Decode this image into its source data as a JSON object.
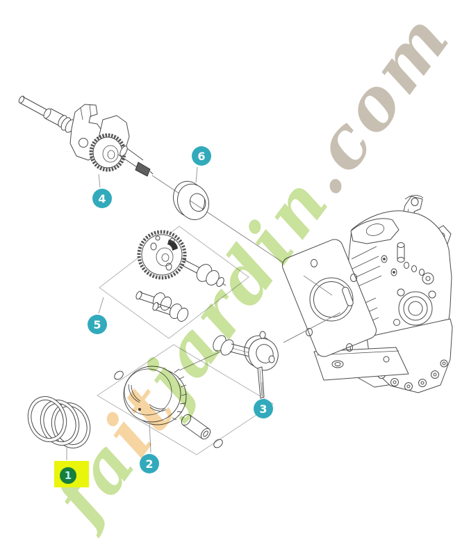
{
  "diagram": {
    "kind": "exploded-parts-diagram",
    "callouts": [
      {
        "label": "1",
        "highlighted": true
      },
      {
        "label": "2",
        "highlighted": false
      },
      {
        "label": "3",
        "highlighted": false
      },
      {
        "label": "4",
        "highlighted": false
      },
      {
        "label": "5",
        "highlighted": false
      },
      {
        "label": "6",
        "highlighted": false
      }
    ]
  },
  "watermark": {
    "text": "faitjardin.com",
    "letters": [
      {
        "ch": "f",
        "color": "#c9e29c"
      },
      {
        "ch": "a",
        "color": "#c9e29c"
      },
      {
        "ch": "i",
        "color": "#f6d5a2"
      },
      {
        "ch": "t",
        "color": "#f6d5a2"
      },
      {
        "ch": "j",
        "color": "#c9e29c"
      },
      {
        "ch": "a",
        "color": "#c9e29c"
      },
      {
        "ch": "r",
        "color": "#c9e29c"
      },
      {
        "ch": "d",
        "color": "#c9e29c"
      },
      {
        "ch": "i",
        "color": "#c9e29c"
      },
      {
        "ch": "n",
        "color": "#c9e29c"
      },
      {
        "ch": ".",
        "color": "#c7bfb1"
      },
      {
        "ch": "c",
        "color": "#c7bfb1"
      },
      {
        "ch": "o",
        "color": "#c7bfb1"
      },
      {
        "ch": "m",
        "color": "#c7bfb1"
      }
    ]
  },
  "colors": {
    "badge_teal": "#32aabc",
    "badge_text": "#ffffff",
    "highlight_yellow": "#e9f50a",
    "highlight_badge_green": "#167f3e",
    "highlight_badge_text": "#b9eef7",
    "line_art": "#4a4a4a",
    "leader_gray": "#9a9a9a",
    "group_box_gray": "#b3b3b3",
    "watermark_green": "#c9e29c",
    "watermark_orange": "#f6d5a2",
    "watermark_gray": "#c7bfb1"
  }
}
